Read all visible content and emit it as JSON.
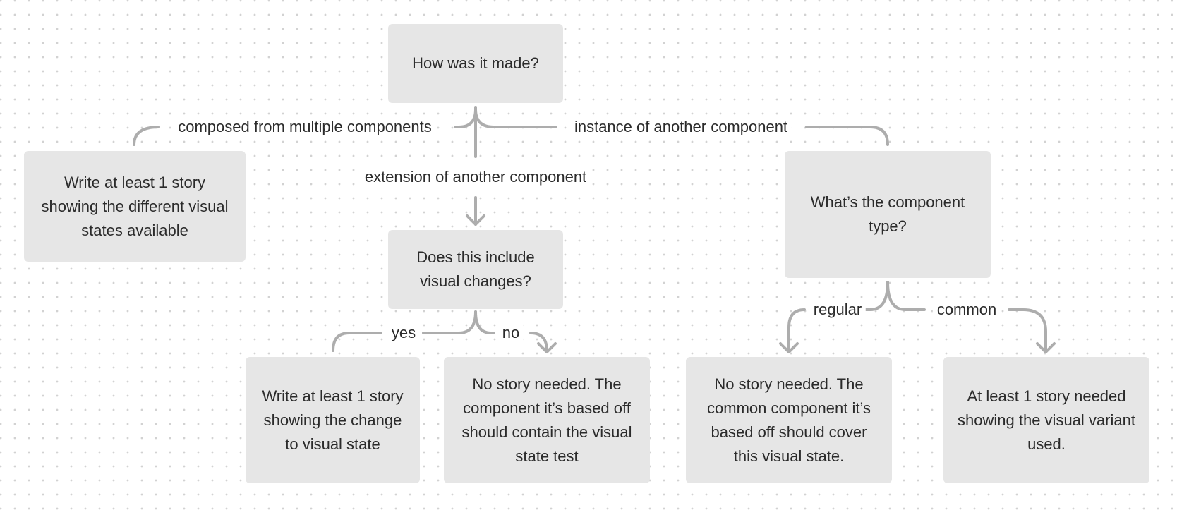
{
  "nodes": {
    "root": {
      "text": "How was it made?"
    },
    "composed_result": {
      "text": "Write at least 1 story showing the different visual states available"
    },
    "visual_changes_question": {
      "text": "Does this include visual changes?"
    },
    "component_type_question": {
      "text": "What’s the component type?"
    },
    "yes_result": {
      "text": "Write at least 1 story showing the change to visual state"
    },
    "no_result": {
      "text": "No story needed. The component it’s based off should contain the visual state test"
    },
    "regular_result": {
      "text": "No story needed. The common component it’s based off should cover this visual state."
    },
    "common_result": {
      "text": "At least 1 story needed showing the visual variant used."
    }
  },
  "edges": {
    "composed": "composed from multiple components",
    "instance": "instance of another component",
    "extension": "extension of another component",
    "yes": "yes",
    "no": "no",
    "regular": "regular",
    "common": "common"
  },
  "colors": {
    "node_fill": "#e6e6e6",
    "connector": "#adadad",
    "text": "#2b2b2b",
    "grid_dot": "#d2d2d2"
  }
}
